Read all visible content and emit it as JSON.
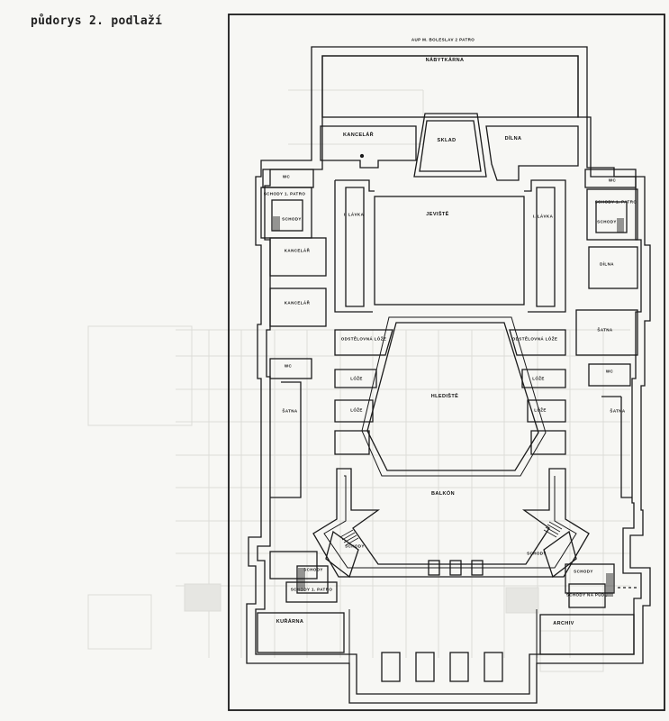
{
  "page": {
    "title": "půdorys 2. podlaží"
  },
  "plan": {
    "header_note": "AUP M. BOLESLAV 2 PATRO",
    "rooms": {
      "furniture": "NÁBYTKÁRNA",
      "office_top": "KANCELÁŘ",
      "storage": "SKLAD",
      "workshop_top": "DÍLNA",
      "wc_top_left": "WC",
      "stairs_left_top": "SCHODY 1. PATRO",
      "stairs_left_down": "SCHODY",
      "gallery_left": "I. LÁVKA",
      "stage": "JEVIŠTĚ",
      "gallery_right": "I. LÁVKA",
      "wc_top_right": "WC",
      "stairs_right_top": "SCHODY 1. PATRO",
      "stairs_right_down": "SCHODY",
      "office_left_1": "KANCELÁŘ",
      "office_left_2": "KANCELÁŘ",
      "workshop_right": "DÍLNA",
      "dressing_right": "ŠATNA",
      "box_stage_left": "ODSTĚLOVNÁ LÓŽE",
      "box_stage_right": "ODSTĚLOVNÁ LÓŽE",
      "wc_mid_left": "WC",
      "wc_mid_right": "WC",
      "box_l1": "LÓŽE",
      "box_l2": "LÓŽE",
      "box_r1": "LÓŽE",
      "box_r2": "LÓŽE",
      "auditorium": "HLEDIŠTĚ",
      "dressing_left": "ŠATNA",
      "dressing_right_2": "ŠATNA",
      "balcony": "BALKÓN",
      "stairs_balc_left": "SCHODY",
      "stairs_balc_right": "SCHODY",
      "stairs_bl_1": "SCHODY",
      "stairs_bl_2": "SCHODY 1. PATRO",
      "stairs_br_1": "SCHODY",
      "stairs_br_2": "SCHODY NA PŮDU",
      "smokers": "KUŘÁRNA",
      "archive": "ARCHIV"
    }
  }
}
